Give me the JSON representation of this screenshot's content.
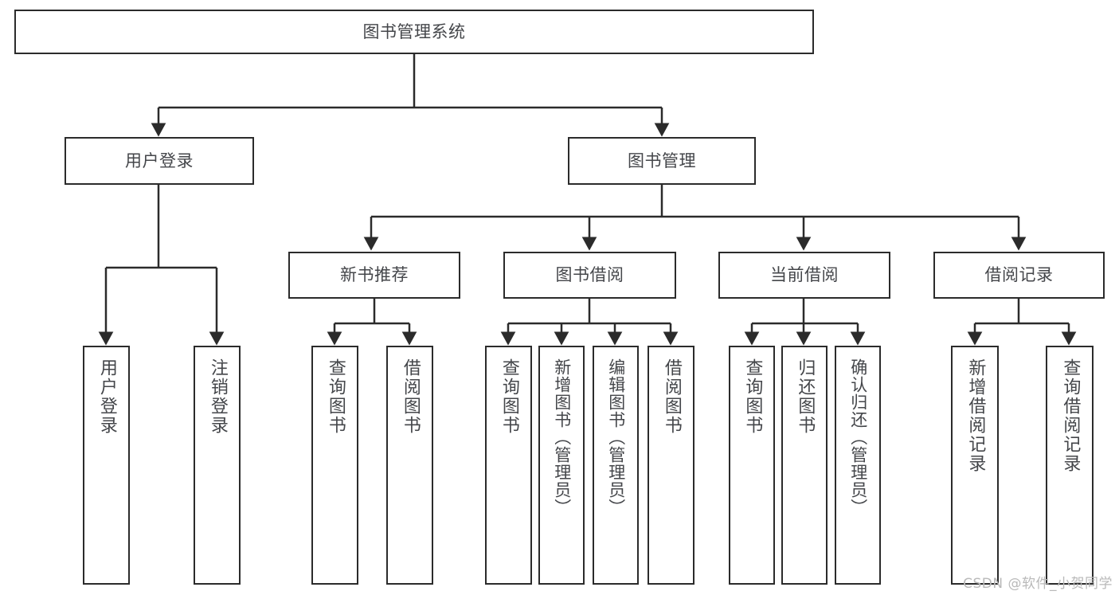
{
  "diagram": {
    "title": "图书管理系统",
    "type": "tree-hierarchy",
    "watermark": "CSDN @软件_小贺同学",
    "colors": {
      "border": "#2b2b2b",
      "text": "#44464a",
      "background": "#ffffff",
      "watermark": "#b9b9b9"
    },
    "nodes": {
      "root": {
        "label": "图书管理系统"
      },
      "level2": [
        {
          "id": "user-login",
          "label": "用户登录"
        },
        {
          "id": "book-manage",
          "label": "图书管理"
        }
      ],
      "level3": [
        {
          "id": "new-book-rec",
          "label": "新书推荐"
        },
        {
          "id": "book-borrow",
          "label": "图书借阅"
        },
        {
          "id": "current-borrow",
          "label": "当前借阅"
        },
        {
          "id": "borrow-record",
          "label": "借阅记录"
        }
      ],
      "leaves": [
        {
          "id": "leaf-user-login",
          "label": "用户登录",
          "parent": "user-login"
        },
        {
          "id": "leaf-user-logout",
          "label": "注销登录",
          "parent": "user-login"
        },
        {
          "id": "leaf-query-book-1",
          "label": "查询图书",
          "parent": "new-book-rec"
        },
        {
          "id": "leaf-borrow-book-1",
          "label": "借阅图书",
          "parent": "new-book-rec"
        },
        {
          "id": "leaf-query-book-2",
          "label": "查询图书",
          "parent": "book-borrow"
        },
        {
          "id": "leaf-add-book",
          "label": "新增图书（管理员）",
          "parent": "book-borrow"
        },
        {
          "id": "leaf-edit-book",
          "label": "编辑图书（管理员）",
          "parent": "book-borrow"
        },
        {
          "id": "leaf-borrow-book-2",
          "label": "借阅图书",
          "parent": "book-borrow"
        },
        {
          "id": "leaf-query-book-3",
          "label": "查询图书",
          "parent": "current-borrow"
        },
        {
          "id": "leaf-return-book",
          "label": "归还图书",
          "parent": "current-borrow"
        },
        {
          "id": "leaf-confirm-return",
          "label": "确认归还（管理员）",
          "parent": "current-borrow"
        },
        {
          "id": "leaf-add-record",
          "label": "新增借阅记录",
          "parent": "borrow-record"
        },
        {
          "id": "leaf-query-record",
          "label": "查询借阅记录",
          "parent": "borrow-record"
        }
      ]
    }
  }
}
